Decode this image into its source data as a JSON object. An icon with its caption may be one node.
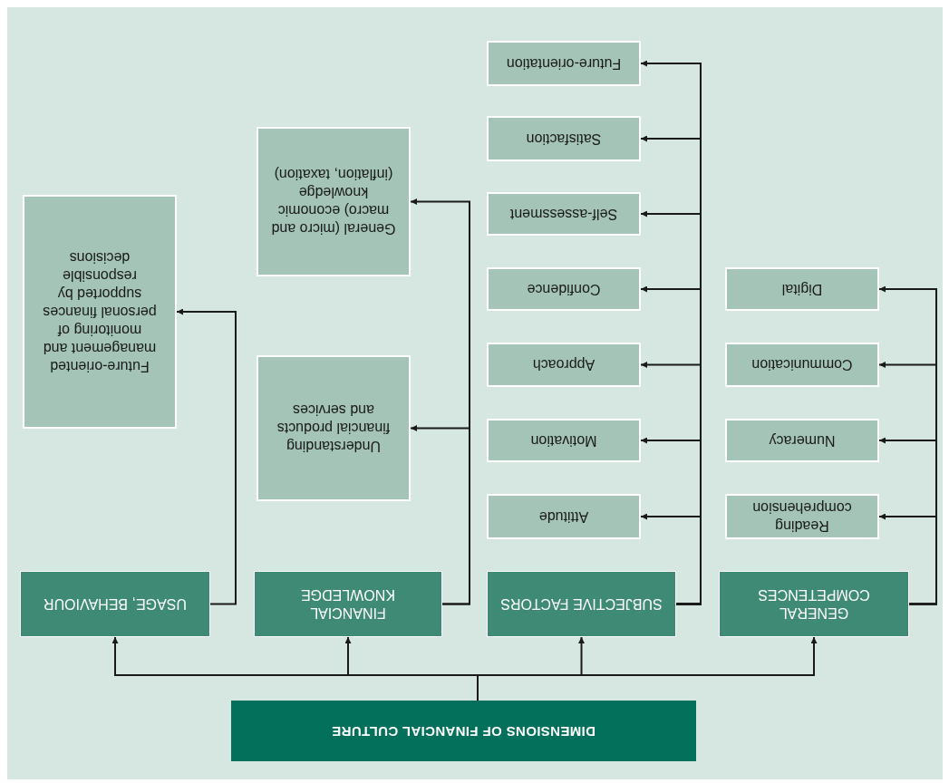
{
  "diagram": {
    "nodes": [
      {
        "text": [
          "DIMENSIONS OF FINANCIAL CULTURE"
        ]
      },
      {
        "text": [
          "GENERAL COMPETENCES"
        ]
      },
      {
        "text": [
          "SUBJECTIVE FACTORS"
        ]
      },
      {
        "text": [
          "FINANCIAL KNOWLEDGE"
        ]
      },
      {
        "text": [
          "USAGE, BEHAVIOUR"
        ]
      },
      {
        "text": [
          "Reading comprehension"
        ]
      },
      {
        "text": [
          "Numeracy"
        ]
      },
      {
        "text": [
          "Communication"
        ]
      },
      {
        "text": [
          "Digital"
        ]
      },
      {
        "text": [
          "Attitude"
        ]
      },
      {
        "text": [
          "Motivation"
        ]
      },
      {
        "text": [
          "Approach"
        ]
      },
      {
        "text": [
          "Confidence"
        ]
      },
      {
        "text": [
          "Self-assessment"
        ]
      },
      {
        "text": [
          "Satisfaction"
        ]
      },
      {
        "text": [
          "Future-orientation"
        ]
      },
      {
        "text": [
          "Understanding financial products and services"
        ]
      },
      {
        "text": [
          "General (micro and macro) economic knowledge (inflation, taxation)"
        ]
      },
      {
        "text": [
          "Future-oriented management and monitoring of personal finances supported by responsible decisions"
        ]
      }
    ],
    "edges": [
      {
        "from": 0,
        "to": 1,
        "arrow": "to"
      },
      {
        "from": 0,
        "to": 2,
        "arrow": "to"
      },
      {
        "from": 0,
        "to": 3,
        "arrow": "to"
      },
      {
        "from": 0,
        "to": 4,
        "arrow": "to"
      },
      {
        "from": 1,
        "to": 5,
        "arrow": "to"
      },
      {
        "from": 1,
        "to": 6,
        "arrow": "to"
      },
      {
        "from": 1,
        "to": 7,
        "arrow": "to"
      },
      {
        "from": 1,
        "to": 8,
        "arrow": "to"
      },
      {
        "from": 2,
        "to": 9,
        "arrow": "to"
      },
      {
        "from": 2,
        "to": 10,
        "arrow": "to"
      },
      {
        "from": 2,
        "to": 11,
        "arrow": "to"
      },
      {
        "from": 2,
        "to": 12,
        "arrow": "to"
      },
      {
        "from": 2,
        "to": 13,
        "arrow": "to"
      },
      {
        "from": 2,
        "to": 14,
        "arrow": "to"
      },
      {
        "from": 2,
        "to": 15,
        "arrow": "to"
      },
      {
        "from": 3,
        "to": 16,
        "arrow": "to"
      },
      {
        "from": 3,
        "to": 17,
        "arrow": "to"
      },
      {
        "from": 4,
        "to": 18,
        "arrow": "to"
      }
    ]
  }
}
